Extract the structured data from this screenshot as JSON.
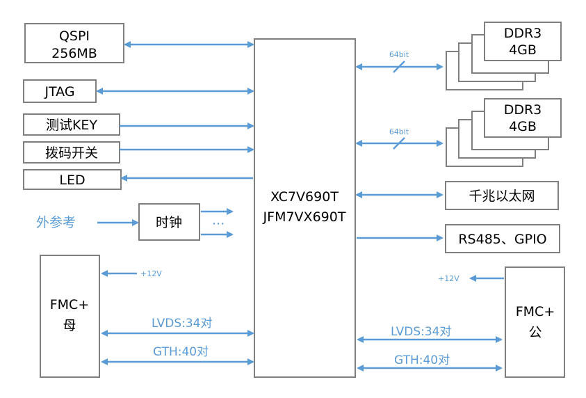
{
  "chip": {
    "line1": "XC7V690T",
    "line2": "JFM7VX690T"
  },
  "qspi": {
    "line1": "QSPI",
    "line2": "256MB"
  },
  "jtag": "JTAG",
  "test_key": "测试KEY",
  "dip_switch": "拨码开关",
  "led": "LED",
  "ext_ref": "外参考",
  "clock": "时钟",
  "ellipsis": "···",
  "ddr3": {
    "line1": "DDR3",
    "line2": "4GB",
    "bus_width": "64bit"
  },
  "ethernet": "千兆以太网",
  "rs485_gpio": "RS485、GPIO",
  "fmc_female": {
    "line1": "FMC+",
    "line2": "母"
  },
  "fmc_male": {
    "line1": "FMC+",
    "line2": "公"
  },
  "power": "+12V",
  "lvds": "LVDS:34对",
  "gth": "GTH:40对",
  "colors": {
    "line": "#5b9bd5",
    "border": "#7f7f7f"
  }
}
